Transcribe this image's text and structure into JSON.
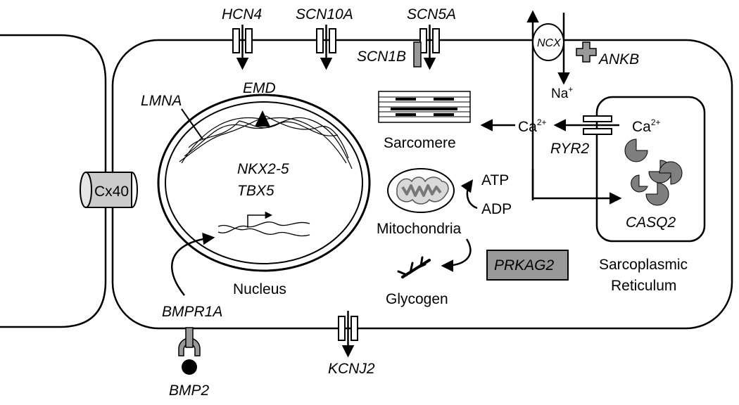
{
  "genes": {
    "hcn4": "HCN4",
    "scn10a": "SCN10A",
    "scn5a": "SCN5A",
    "scn1b": "SCN1B",
    "ncx": "NCX",
    "ankb": "ANKB",
    "lmna": "LMNA",
    "emd": "EMD",
    "nkx25": "NKX2-5",
    "tbx5": "TBX5",
    "ryr2": "RYR2",
    "casq2": "CASQ2",
    "prkag2": "PRKAG2",
    "bmpr1a": "BMPR1A",
    "bmp2": "BMP2",
    "kcnj2": "KCNJ2"
  },
  "labels": {
    "cx40": "Cx40",
    "sarcomere": "Sarcomere",
    "mitochondria": "Mitochondria",
    "glycogen": "Glycogen",
    "nucleus": "Nucleus",
    "sr_line1": "Sarcoplasmic",
    "sr_line2": "Reticulum",
    "atp": "ATP",
    "adp": "ADP"
  },
  "ions": {
    "na": "Na",
    "na_charge": "+",
    "ca_cyto": "Ca",
    "ca_sr": "Ca",
    "ca_charge": "2+"
  },
  "colors": {
    "outline": "#000000",
    "gray_fill": "#999999",
    "light_gray": "#cccccc",
    "mito_fill": "#d9d9d9"
  }
}
